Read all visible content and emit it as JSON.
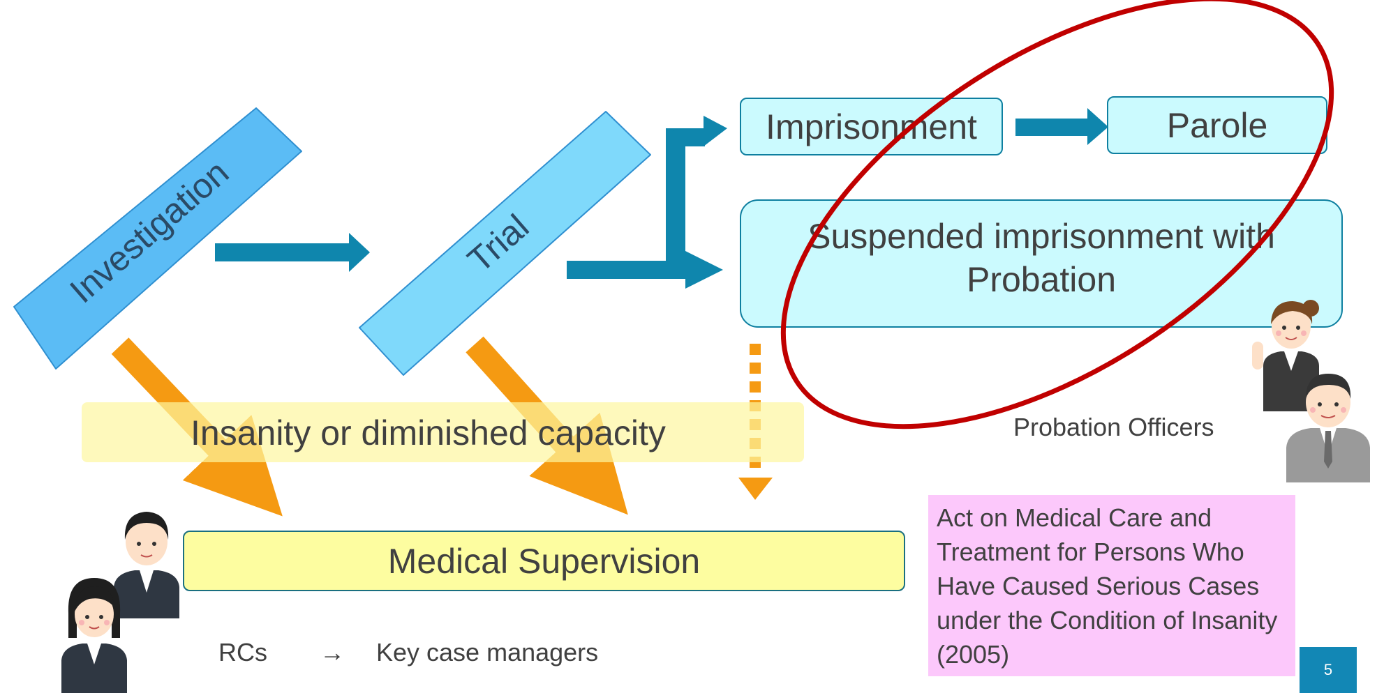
{
  "stages": {
    "investigation": "Investigation",
    "trial": "Trial"
  },
  "outcomes": {
    "imprisonment": "Imprisonment",
    "parole": "Parole",
    "suspended": "Suspended imprisonment with Probation"
  },
  "insanity_band": "Insanity or diminished capacity",
  "medical_supervision": "Medical Supervision",
  "probation_officers": "Probation Officers",
  "staff_caption": {
    "rcs": "RCs",
    "arrow": "→",
    "key_case_managers": "Key case managers"
  },
  "act_note": "Act on Medical Care and Treatment for Persons Who Have Caused Serious Cases under the Condition of Insanity (2005)",
  "page_number": "5",
  "colors": {
    "stage_blue": "#5bbcf5",
    "trial_blue": "#7fd9fb",
    "flow_arrow": "#0f86ad",
    "outcome_fill": "#cbfafe",
    "yellow_band": "#fdf6a8",
    "orange_arrow": "#f59a12",
    "ellipse_red": "#c00000",
    "act_pink": "#fcc8fb",
    "page_badge": "#1287b5"
  },
  "icons": [
    "businessman-icon",
    "businesswoman-icon",
    "probation-officer-woman-icon",
    "probation-officer-man-icon"
  ]
}
